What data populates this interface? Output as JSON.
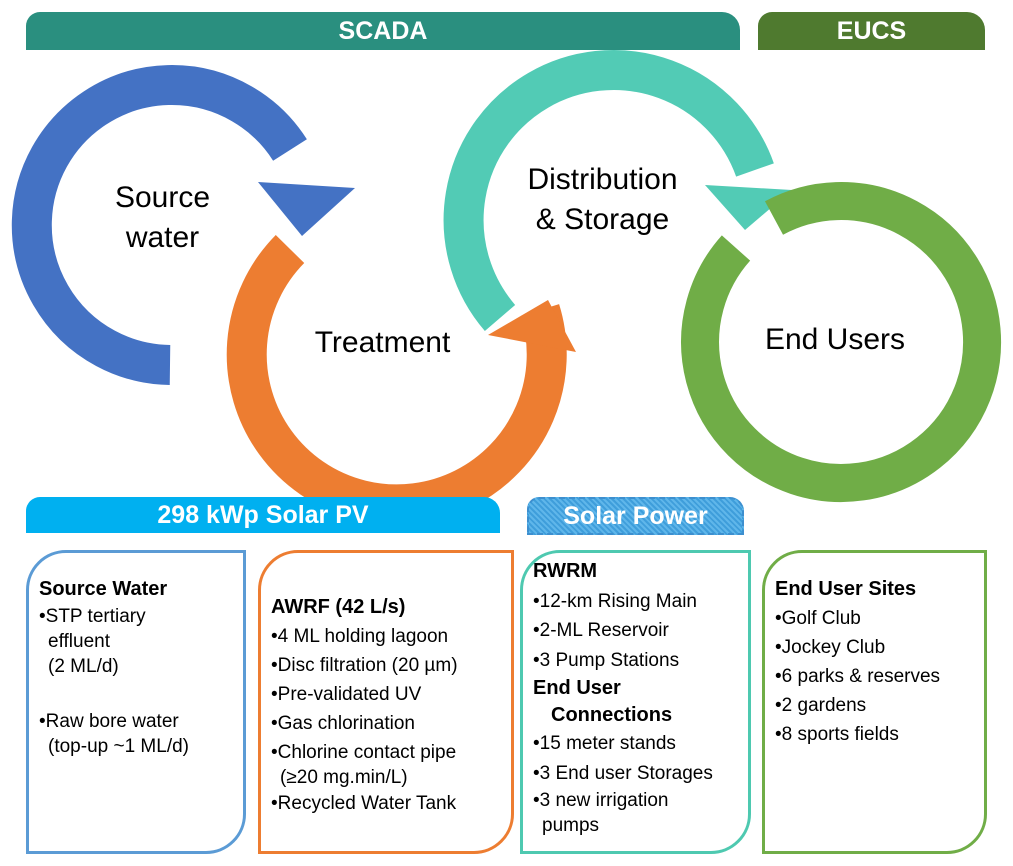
{
  "header": {
    "scada": "SCADA",
    "eucs": "EUCS"
  },
  "stages": {
    "source": [
      "Source",
      "water"
    ],
    "treatment": "Treatment",
    "distribution": [
      "Distribution",
      "& Storage"
    ],
    "end_users": "End Users"
  },
  "solar": {
    "pv": "298 kWp Solar PV",
    "power": "Solar Power"
  },
  "boxes": {
    "source": {
      "title": "Source Water",
      "items": [
        "STP tertiary",
        "effluent",
        "(2 ML/d)",
        "Raw bore water",
        "(top-up ~1 ML/d)"
      ]
    },
    "awrf": {
      "title": "AWRF (42 L/s)",
      "items": [
        "4 ML holding lagoon",
        "Disc filtration (20 µm)",
        "Pre-validated UV",
        "Gas chlorination",
        "Chlorine contact pipe",
        "(≥20 mg.min/L)",
        "Recycled Water Tank"
      ]
    },
    "rwrm": {
      "title": "RWRM",
      "items": [
        "12-km Rising Main",
        "2-ML Reservoir",
        "3 Pump Stations"
      ],
      "title2": [
        "End User",
        "Connections"
      ],
      "items2": [
        "15 meter stands",
        "3 End user Storages",
        "3 new irrigation",
        "pumps"
      ]
    },
    "end": {
      "title": "End User Sites",
      "items": [
        "Golf Club",
        "Jockey Club",
        "6 parks & reserves",
        "2 gardens",
        "8 sports fields"
      ]
    }
  },
  "colors": {
    "blue": "#4472c4",
    "orange": "#ed7d31",
    "teal": "#52cbb5",
    "green": "#70ad47"
  }
}
